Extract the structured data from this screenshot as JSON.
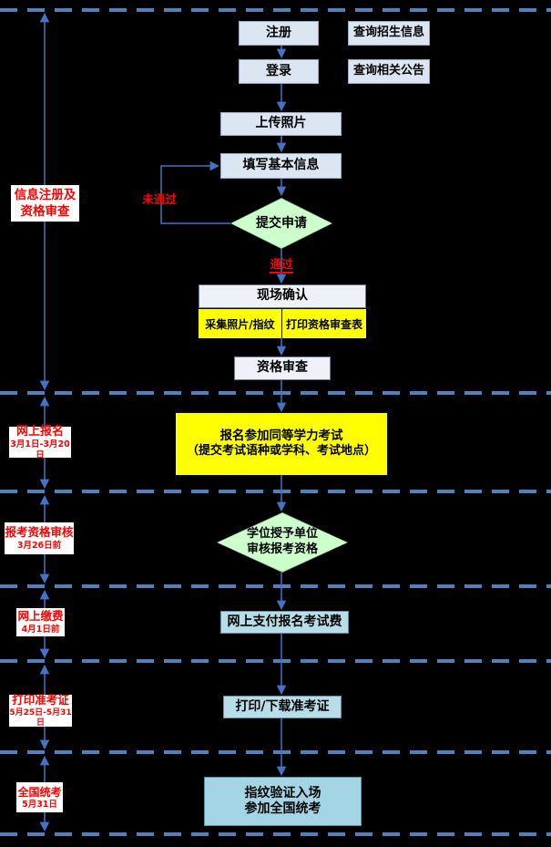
{
  "palette": {
    "background": "#000000",
    "dashed_line": "#4f81bd",
    "flow_line": "#4472c4",
    "light_box_fill": "#dce6f2",
    "white_box_fill": "#eef2f8",
    "yellow_fill": "#ffff00",
    "green_fill": "#ccffcc",
    "cyan_fill": "#b7dee8",
    "cyan_deep_fill": "#a3d5e4",
    "red_text": "#ff0000",
    "label_bg": "#ffffff"
  },
  "stages": [
    {
      "title_line1": "信息注册及",
      "title_line2": "资格审查",
      "date": ""
    },
    {
      "title_line1": "网上报名",
      "date": "3月1日-3月20日"
    },
    {
      "title_line1": "报考资格审核",
      "date": "3月26日前"
    },
    {
      "title_line1": "网上缴费",
      "date": "4月1日前"
    },
    {
      "title_line1": "打印准考证",
      "date": "5月25日-5月31日"
    },
    {
      "title_line1": "全国统考",
      "date": "5月31日"
    }
  ],
  "nodes": {
    "register": "注册",
    "query_admission_info": "查询招生信息",
    "login": "登录",
    "query_notices": "查询相关公告",
    "upload_photo": "上传照片",
    "fill_basic_info": "填写基本信息",
    "submit_application": "提交申请",
    "onsite_confirmation": "现场确认",
    "collect_photo_fingerprint": "采集照片/指纹",
    "print_qualification_form": "打印资格审查表",
    "qualification_review": "资格审查",
    "exam_signup_line1": "报名参加同等学力考试",
    "exam_signup_line2": "（提交考试语种或学科、考试地点）",
    "unit_review_line1": "学位授予单位",
    "unit_review_line2": "审核报考资格",
    "pay_exam_fee": "网上支付报名考试费",
    "print_admission_ticket": "打印/下载准考证",
    "national_exam_line1": "指纹验证入场",
    "national_exam_line2": "参加全国统考"
  },
  "edge_labels": {
    "not_passed": "未通过",
    "passed": "通过"
  }
}
